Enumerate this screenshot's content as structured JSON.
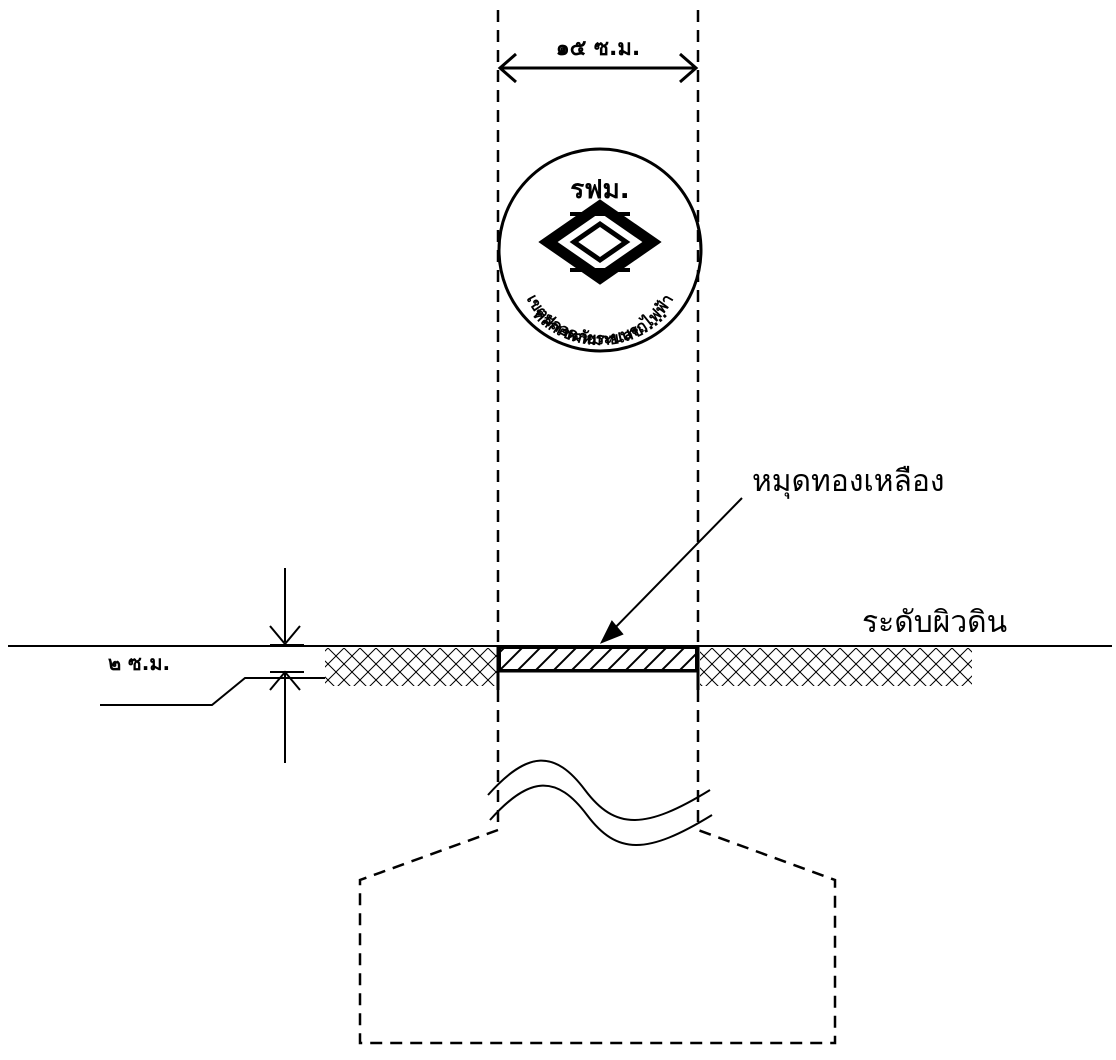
{
  "diagram": {
    "width_label": "๑๕ ซ.ม.",
    "depth_label": "๒ ซ.ม.",
    "ground_label": "ระดับผิวดิน",
    "brass_label": "หมุดทองเหลือง",
    "seal": {
      "top_text": "รฟม.",
      "arc_text_upper": "เขตปลอดภัยระบบรถไฟฟ้า",
      "arc_text_lower": "หลักเขตหมายเลข....."
    }
  },
  "colors": {
    "ink": "#000000",
    "background": "#ffffff"
  }
}
